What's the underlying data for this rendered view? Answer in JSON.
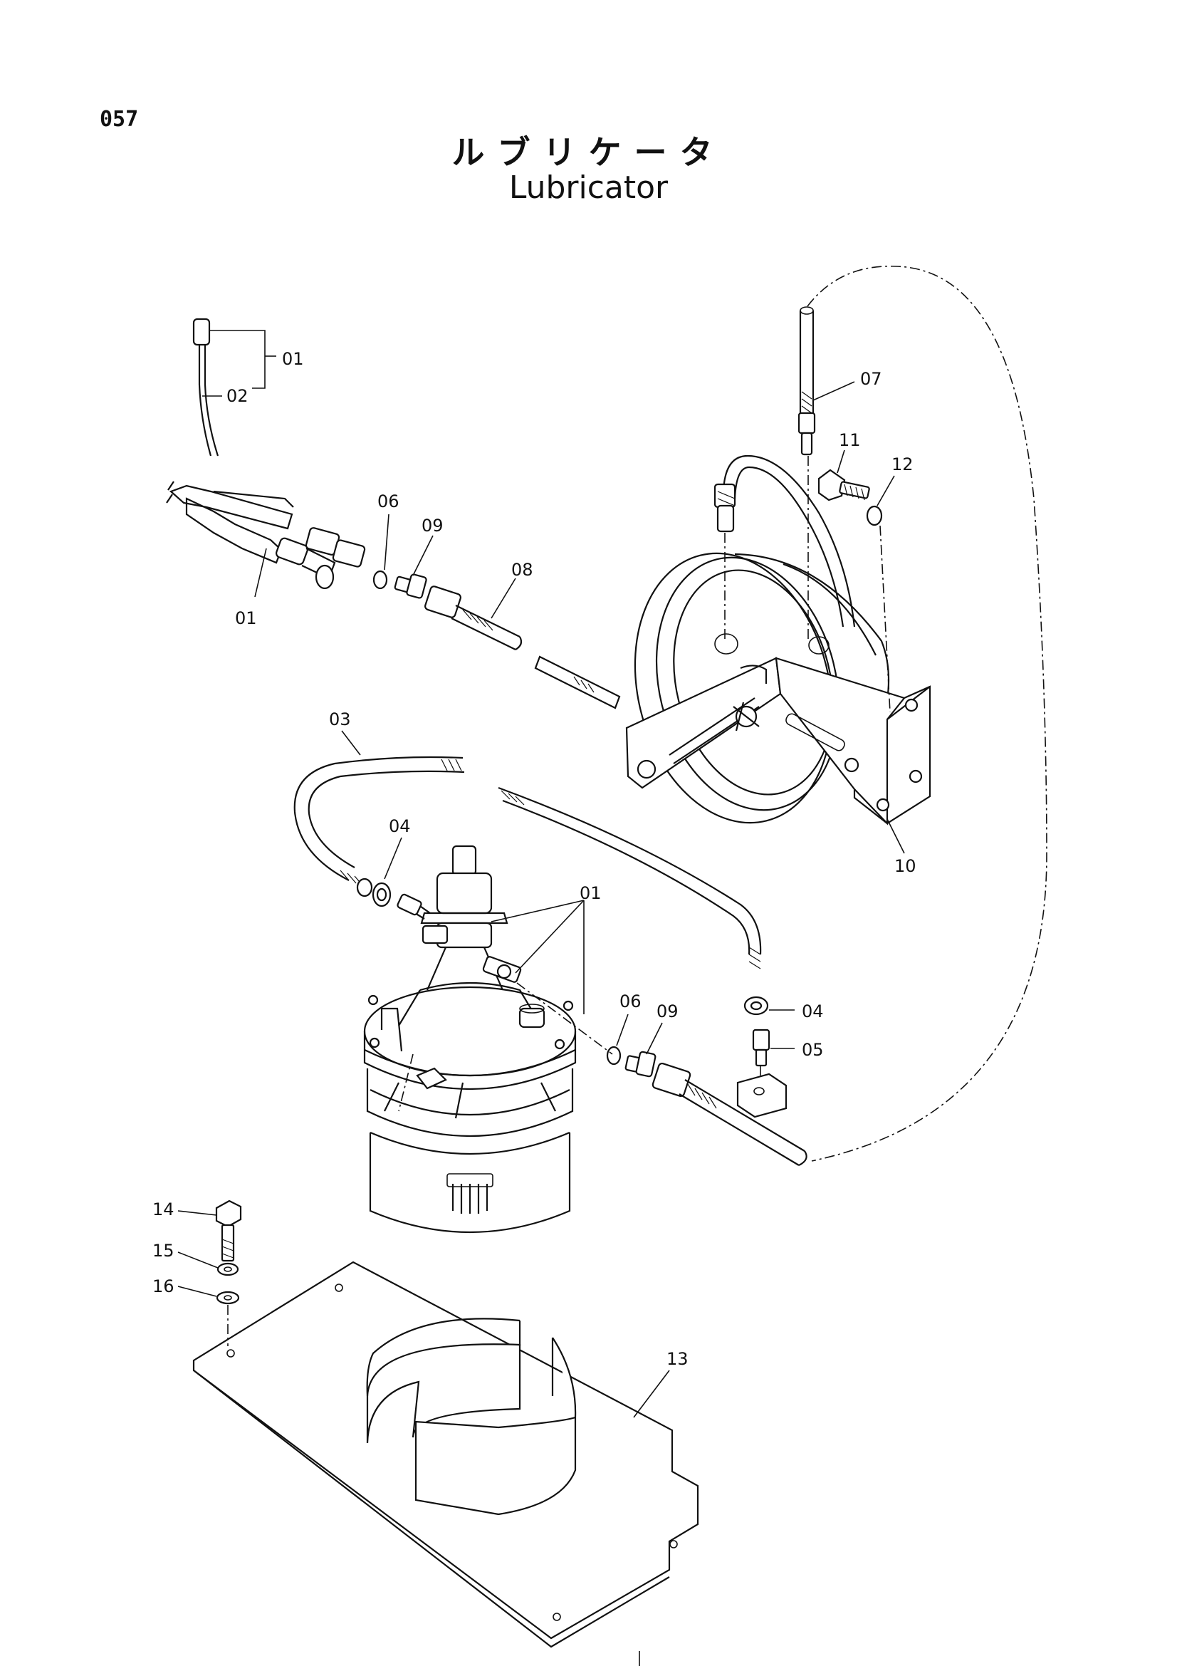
{
  "page_number": "057",
  "title_jp": "ルブリケータ",
  "title_en": "Lubricator",
  "callouts": {
    "c01a": "01",
    "c02": "02",
    "c01b": "01",
    "c06a": "06",
    "c09a": "09",
    "c08": "08",
    "c07": "07",
    "c11": "11",
    "c12": "12",
    "c03": "03",
    "c04a": "04",
    "c01c": "01",
    "c10": "10",
    "c06b": "06",
    "c09b": "09",
    "c04b": "04",
    "c05": "05",
    "c14": "14",
    "c15": "15",
    "c16": "16",
    "c13": "13"
  }
}
